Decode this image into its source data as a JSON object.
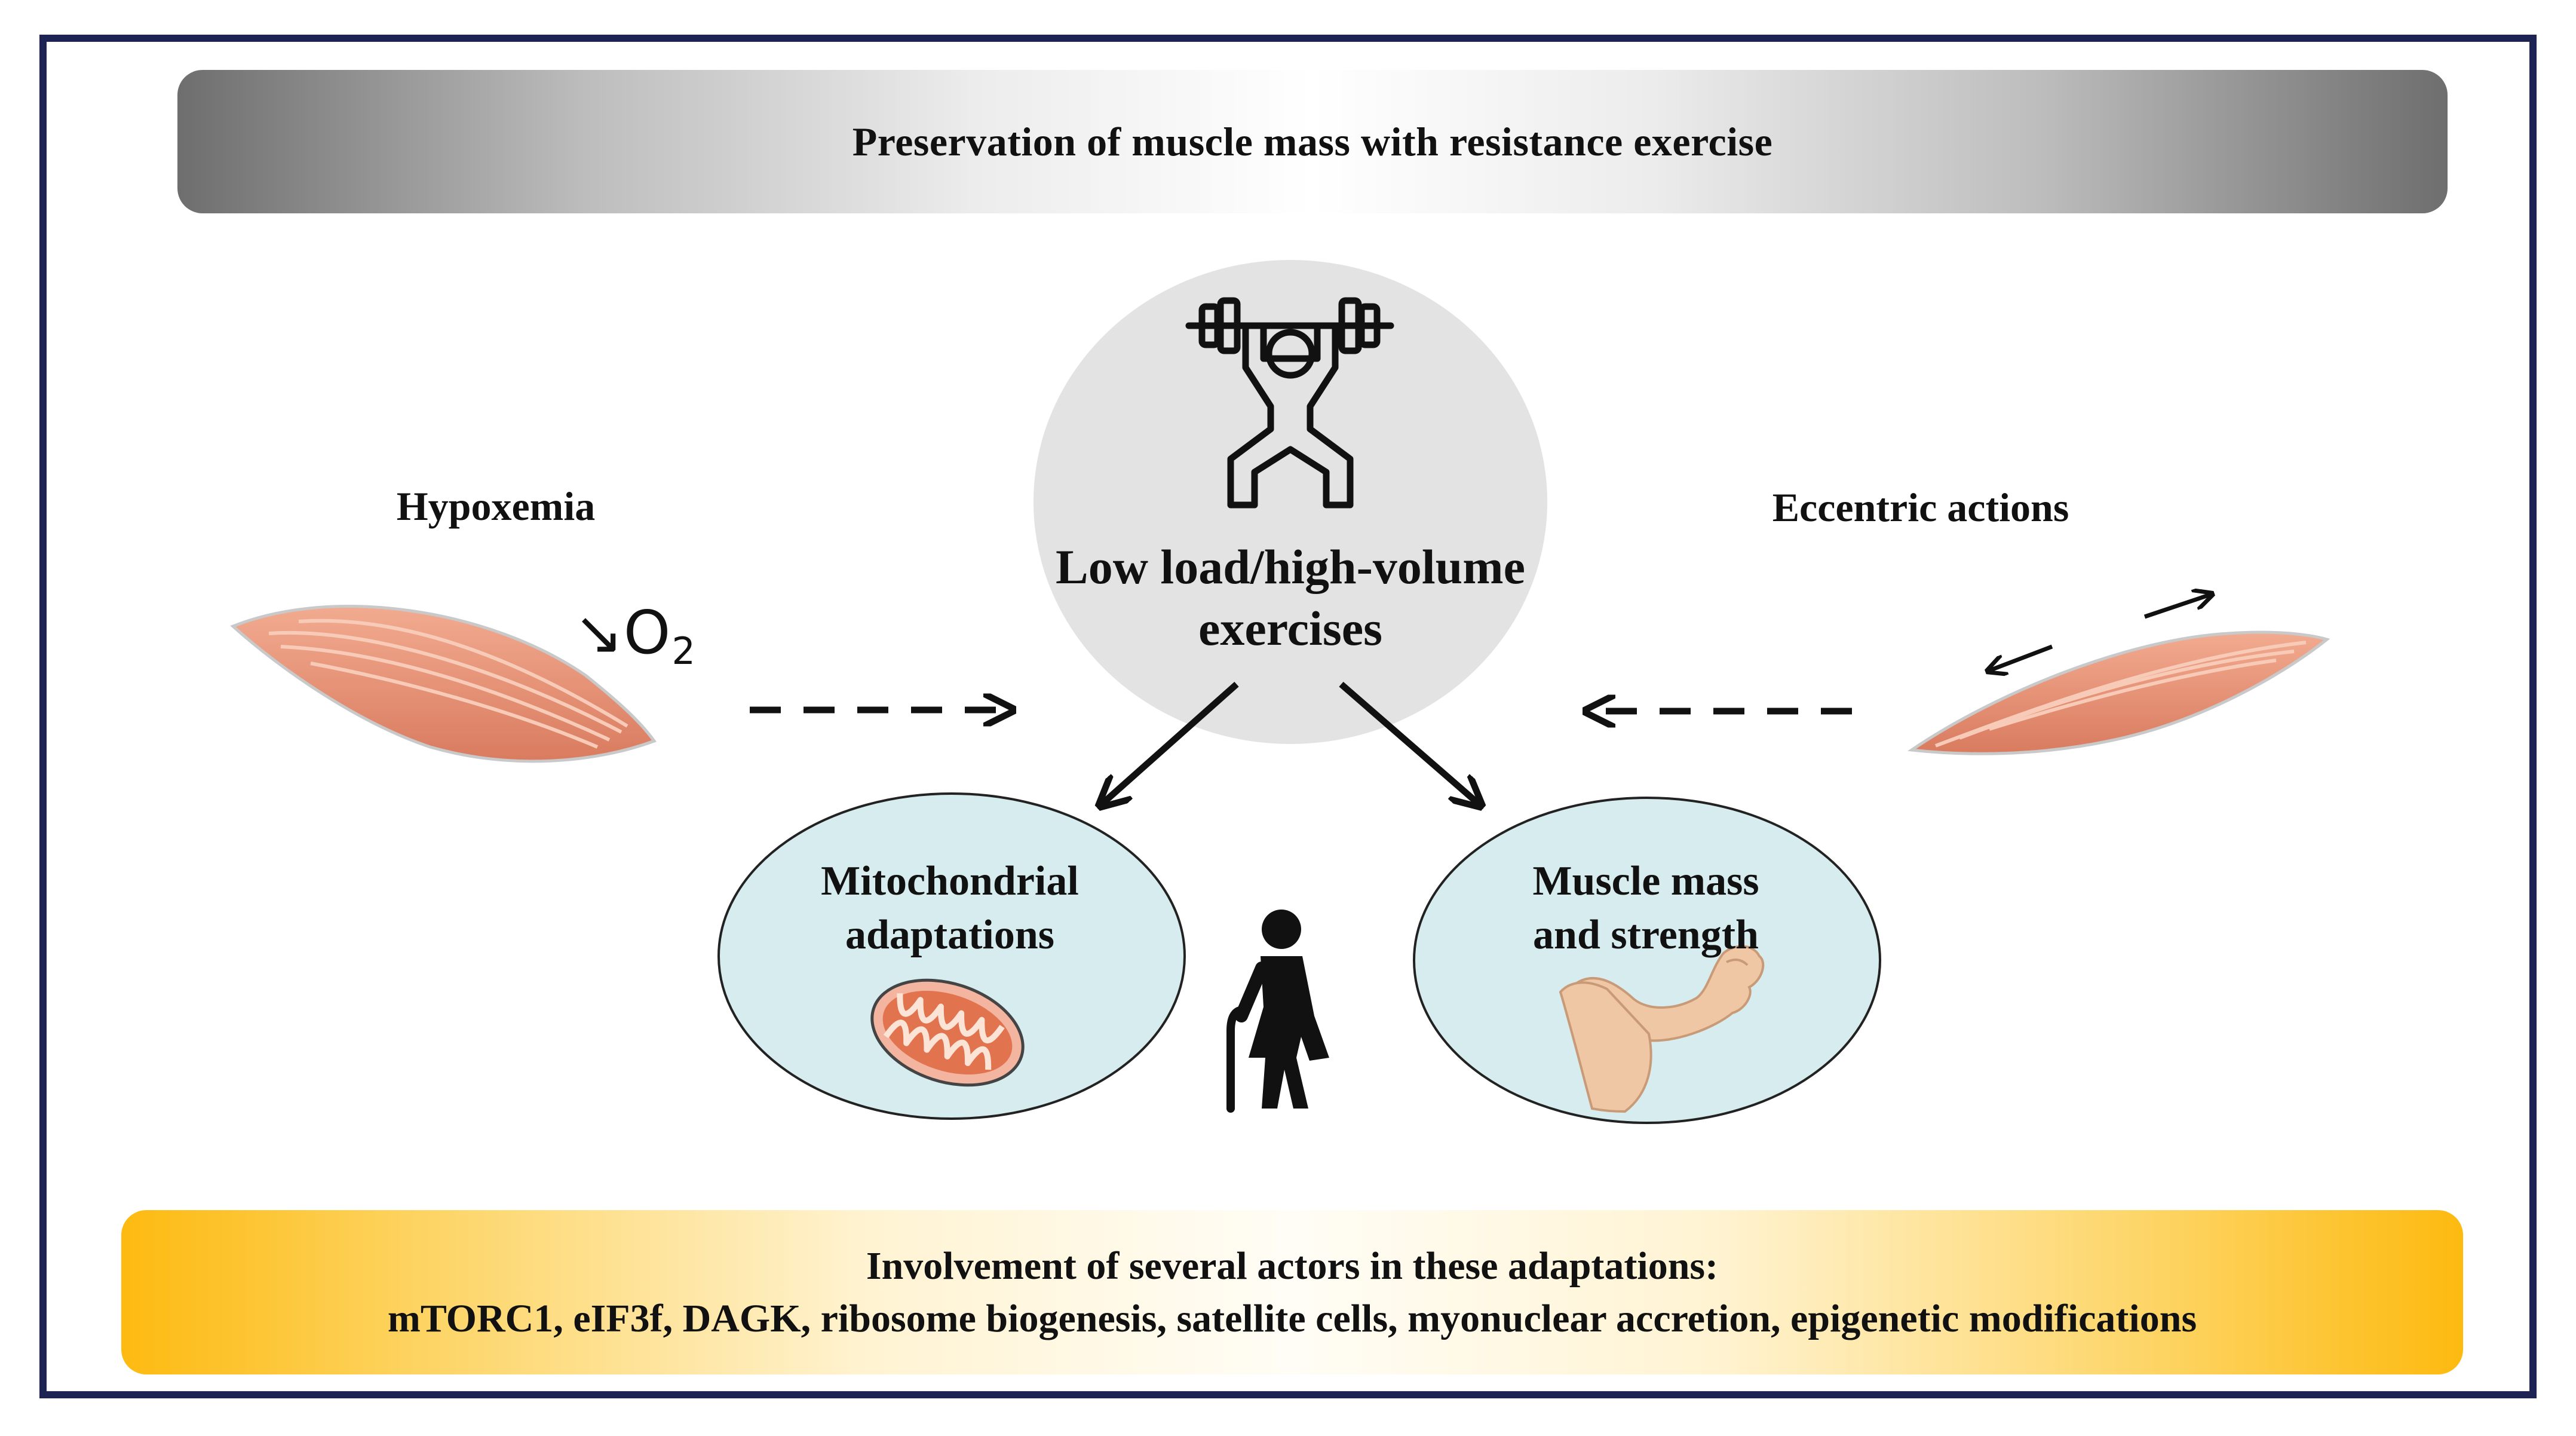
{
  "title": "Preservation of muscle mass with resistance exercise",
  "left_factor": {
    "label": "Hypoxemia",
    "o2_arrow": "↘",
    "o2_symbol": "O",
    "o2_subscript": "2"
  },
  "right_factor": {
    "label": "Eccentric actions"
  },
  "center": {
    "line1": "Low load/high-volume",
    "line2": "exercises"
  },
  "outcomes": {
    "mitochondrial": {
      "line1": "Mitochondrial",
      "line2": "adaptations"
    },
    "muscle": {
      "line1": "Muscle mass",
      "line2": "and strength"
    }
  },
  "footer": {
    "line1": "Involvement of several actors in these adaptations:",
    "line2": "mTORC1, eIF3f, DAGK, ribosome biogenesis, satellite cells, myonuclear accretion, epigenetic modifications"
  },
  "colors": {
    "frame": "#1d2352",
    "center_ellipse": "#e3e3e3",
    "outcome_ellipse": "#d7ecee",
    "muscle_fill": "#e8987c",
    "muscle_stripe": "#f6c2ad",
    "mitochondria_fill": "#e2734f",
    "arm_skin": "#efc7a4",
    "footer_gradient_edge": "#fdba10"
  },
  "icons": [
    "weightlifter-icon",
    "muscle-left-icon",
    "muscle-right-icon",
    "mitochondria-icon",
    "elderly-person-icon",
    "flexed-arm-icon"
  ]
}
